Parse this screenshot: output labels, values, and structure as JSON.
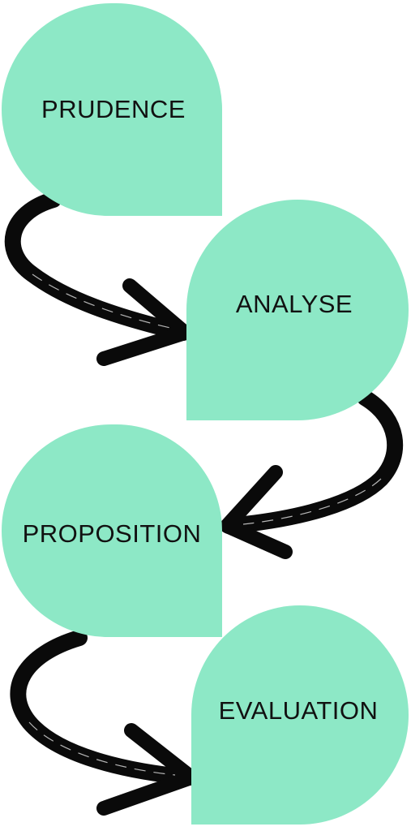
{
  "colors": {
    "shape_fill": "#8de8c6",
    "arrow": "#0a0a0a",
    "text": "#111111",
    "background": "#ffffff"
  },
  "steps": [
    {
      "label": "PRUDENCE"
    },
    {
      "label": "ANALYSE"
    },
    {
      "label": "PROPOSITION"
    },
    {
      "label": "EVALUATION"
    }
  ]
}
